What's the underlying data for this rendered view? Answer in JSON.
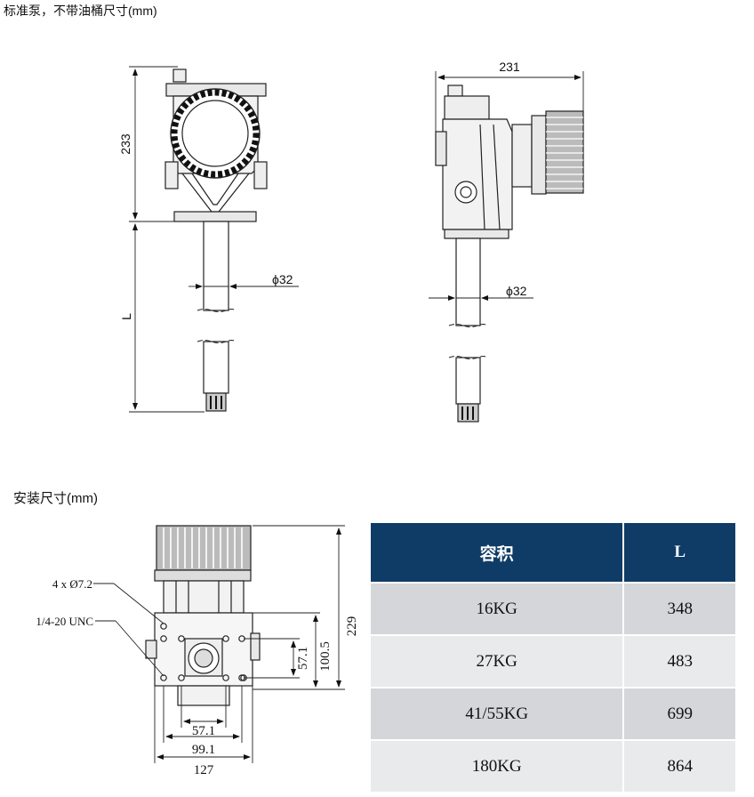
{
  "captions": {
    "standard_pump": "标准泵，不带油桶尺寸(mm)",
    "install": "安装尺寸(mm)"
  },
  "front_view": {
    "height_dim": "233",
    "length_dim": "L",
    "diameter_dim": "ϕ32"
  },
  "side_view": {
    "width_dim": "231",
    "diameter_dim": "ϕ32"
  },
  "install_view": {
    "holes_label": "4 x Ø7.2",
    "thread_label": "1/4-20 UNC",
    "height_229": "229",
    "height_100_5": "100.5",
    "height_57_1": "57.1",
    "width_57_1": "57.1",
    "width_99_1": "99.1",
    "width_127": "127"
  },
  "table": {
    "header": [
      "容积",
      "L"
    ],
    "rows": [
      [
        "16KG",
        "348"
      ],
      [
        "27KG",
        "483"
      ],
      [
        "41/55KG",
        "699"
      ],
      [
        "180KG",
        "864"
      ]
    ],
    "colors": {
      "header_bg": "#0f3c66",
      "row_a": "#d4d6d9",
      "row_b": "#e9eaec"
    }
  }
}
